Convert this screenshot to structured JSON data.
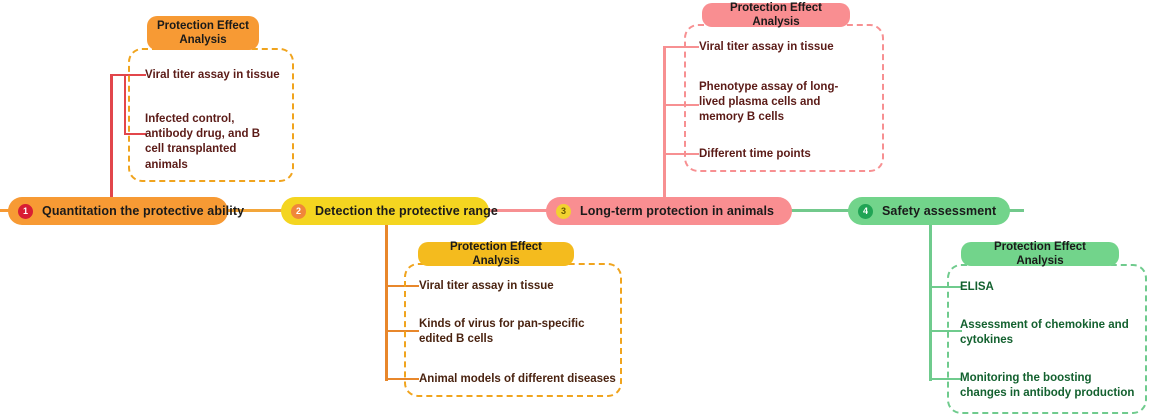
{
  "diagram": {
    "title": "Protection effect analysis mind map",
    "colors": {
      "node1": "#F79A34",
      "node2": "#F4D520",
      "node3": "#F98E91",
      "node4": "#72D48B",
      "branch_left": "#E2464B",
      "branch_bottom_center": "#E8872B",
      "branch_top_right": "#F79092",
      "branch_bottom_right": "#6FCB8D"
    }
  },
  "nodes": [
    {
      "number": "1",
      "label": "Quantitation the protective ability"
    },
    {
      "number": "2",
      "label": "Detection the protective range"
    },
    {
      "number": "3",
      "label": "Long-term protection in animals"
    },
    {
      "number": "4",
      "label": "Safety assessment"
    }
  ],
  "panels": [
    {
      "id": "A",
      "tab": "Protection Effect Analysis",
      "items": [
        "Viral titer assay in tissue",
        "Infected control, antibody drug, and B cell transplanted animals"
      ]
    },
    {
      "id": "B",
      "tab": "Protection Effect Analysis",
      "items": [
        "Viral titer assay in tissue",
        "Kinds of virus for pan-specific edited B cells",
        "Animal models of different diseases"
      ]
    },
    {
      "id": "C",
      "tab": "Protection Effect Analysis",
      "items": [
        "Viral titer assay in tissue",
        "Phenotype assay of long-lived plasma cells and memory B cells",
        "Different time points"
      ]
    },
    {
      "id": "D",
      "tab": "Protection Effect Analysis",
      "items": [
        "ELISA",
        "Assessment of chemokine and cytokines",
        "Monitoring the boosting changes in antibody production"
      ]
    }
  ]
}
